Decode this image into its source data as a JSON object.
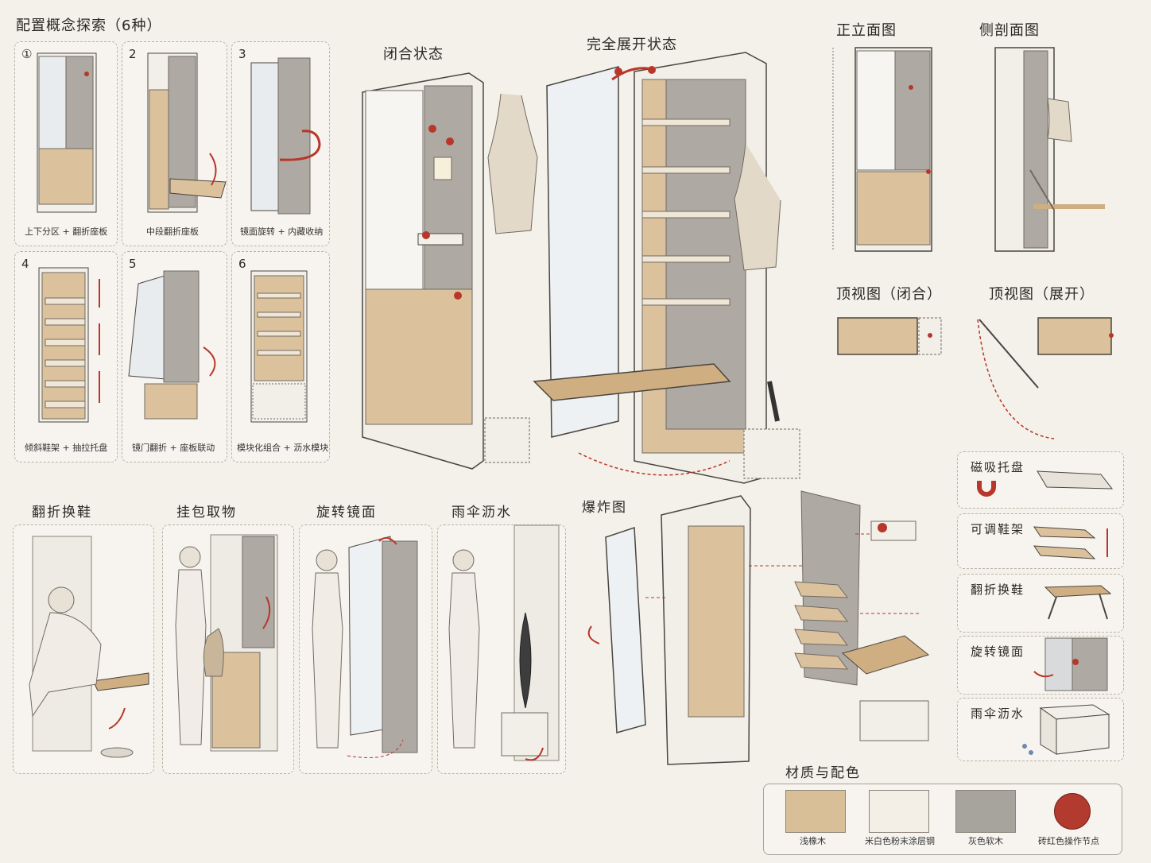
{
  "title": "配置概念探索（6种）",
  "concepts": [
    {
      "n": "①",
      "label": "上下分区 + 翻折座板"
    },
    {
      "n": "2",
      "label": "中段翻折座板"
    },
    {
      "n": "3",
      "label": "镜面旋转 + 内藏收纳"
    },
    {
      "n": "4",
      "label": "倾斜鞋架 + 抽拉托盘"
    },
    {
      "n": "5",
      "label": "镜门翻折 + 座板联动"
    },
    {
      "n": "6",
      "label": "模块化组合 + 沥水模块"
    }
  ],
  "main_views": {
    "closed": "闭合状态",
    "open": "完全展开状态"
  },
  "ortho": {
    "front": "正立面图",
    "section": "侧剖面图",
    "top_closed": "顶视图（闭合）",
    "top_open": "顶视图（展开）"
  },
  "scenarios": [
    {
      "label": "翻折换鞋"
    },
    {
      "label": "挂包取物"
    },
    {
      "label": "旋转镜面"
    },
    {
      "label": "雨伞沥水"
    }
  ],
  "exploded": "爆炸图",
  "details": [
    {
      "label": "磁吸托盘"
    },
    {
      "label": "可调鞋架"
    },
    {
      "label": "翻折换鞋"
    },
    {
      "label": "旋转镜面"
    },
    {
      "label": "雨伞沥水"
    }
  ],
  "materials_title": "材质与配色",
  "materials": [
    {
      "label": "浅橡木",
      "color": "#d9bf98"
    },
    {
      "label": "米白色粉末涂层钢",
      "color": "#f3efe6"
    },
    {
      "label": "灰色软木",
      "color": "#a7a49e"
    },
    {
      "label": "砖红色操作节点",
      "color": "#b23a2e"
    }
  ],
  "colors": {
    "wood": "#dcc29c",
    "steel": "#f2efe8",
    "cork": "#aeaaa3",
    "accent": "#b8362a",
    "line": "#4a4540"
  }
}
